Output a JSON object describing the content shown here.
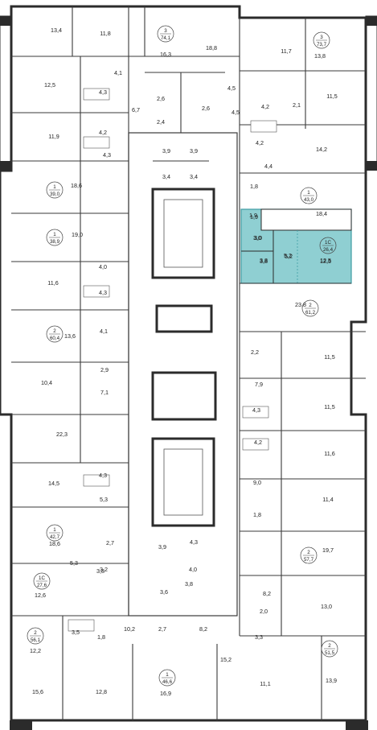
{
  "colors": {
    "wall": "#2b2b2b",
    "highlight_fill": "#8fcfd2",
    "highlight_stroke": "#3f9da4",
    "facade": "#2b2b2b",
    "room_text": "#222222"
  },
  "highlighted_unit": {
    "type": "1С",
    "total_area": "26,4",
    "rooms": [
      "1,9",
      "3,0",
      "3,8",
      "5,2",
      "12,5"
    ]
  },
  "apartment_badges": [
    {
      "rooms": "3",
      "area": "74,1"
    },
    {
      "rooms": "3",
      "area": "73,7"
    },
    {
      "rooms": "1",
      "area": "39,0"
    },
    {
      "rooms": "1",
      "area": "43,0"
    },
    {
      "rooms": "1",
      "area": "38,9"
    },
    {
      "rooms": "1С",
      "area": "26,4"
    },
    {
      "rooms": "2",
      "area": "61,2"
    },
    {
      "rooms": "2",
      "area": "60,4"
    },
    {
      "rooms": "1",
      "area": "42,7"
    },
    {
      "rooms": "2",
      "area": "57,7"
    },
    {
      "rooms": "1С",
      "area": "27,6"
    },
    {
      "rooms": "2",
      "area": "56,1"
    },
    {
      "rooms": "2",
      "area": "51,5"
    },
    {
      "rooms": "1",
      "area": "46,6"
    }
  ],
  "room_areas": [
    "13,4",
    "11,8",
    "16,3",
    "18,8",
    "11,7",
    "13,8",
    "4,1",
    "12,5",
    "4,3",
    "6,7",
    "2,6",
    "2,6",
    "4,5",
    "4,2",
    "2,1",
    "11,5",
    "2,4",
    "4,5",
    "4,2",
    "11,9",
    "4,3",
    "3,9",
    "3,9",
    "4,2",
    "14,2",
    "3,4",
    "3,4",
    "4,4",
    "18,6",
    "1,8",
    "18,4",
    "1,9",
    "19,0",
    "3,0",
    "5,2",
    "12,5",
    "3,8",
    "4,0",
    "11,6",
    "4,3",
    "23,8",
    "4,1",
    "13,6",
    "2,2",
    "11,5",
    "2,9",
    "10,4",
    "7,1",
    "7,9",
    "11,5",
    "22,3",
    "4,3",
    "4,2",
    "11,6",
    "14,5",
    "4,3",
    "9,0",
    "11,4",
    "5,3",
    "18,6",
    "1,8",
    "2,7",
    "3,9",
    "4,3",
    "19,7",
    "3,2",
    "4,0",
    "12,6",
    "5,3",
    "3,8",
    "3,6",
    "3,8",
    "8,2",
    "2,0",
    "13,0",
    "10,2",
    "2,7",
    "8,2",
    "3,5",
    "1,8",
    "3,3",
    "12,2",
    "15,2",
    "11,1",
    "13,9",
    "15,6",
    "12,8",
    "16,9"
  ]
}
